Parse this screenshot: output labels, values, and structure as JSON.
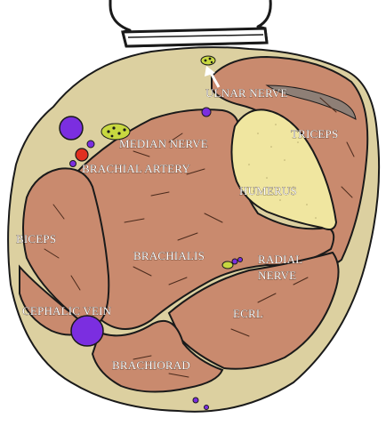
{
  "diagram": {
    "colors": {
      "skin_layer": "#dcd0a0",
      "muscle": "#c98a6e",
      "bone": "#f0e6a0",
      "vein": "#7b2ee0",
      "artery": "#e03020",
      "nerve": "#c8d840",
      "fascia_gray": "#9a8a80",
      "outline": "#1a1a1a",
      "label_text": "#ffffff"
    },
    "labels": {
      "ulnar_nerve": "ULNAR NERVE",
      "triceps": "TRICEPS",
      "median_nerve": "MEDIAN NERVE",
      "brachial_artery": "BRACHIAL ARTERY",
      "humerus": "HUMERUS",
      "biceps": "BICEPS",
      "brachialis": "BRACHIALIS",
      "radial_nerve_line1": "RADIAL",
      "radial_nerve_line2": "NERVE",
      "cephalic_vein": "CEPHALIC VEIN",
      "ecrl": "ECRL",
      "brachiorad": "BRACHIORAD"
    },
    "icons": {
      "ultrasound_probe": "ultrasound-probe-icon",
      "arrow": "arrow-icon"
    }
  }
}
